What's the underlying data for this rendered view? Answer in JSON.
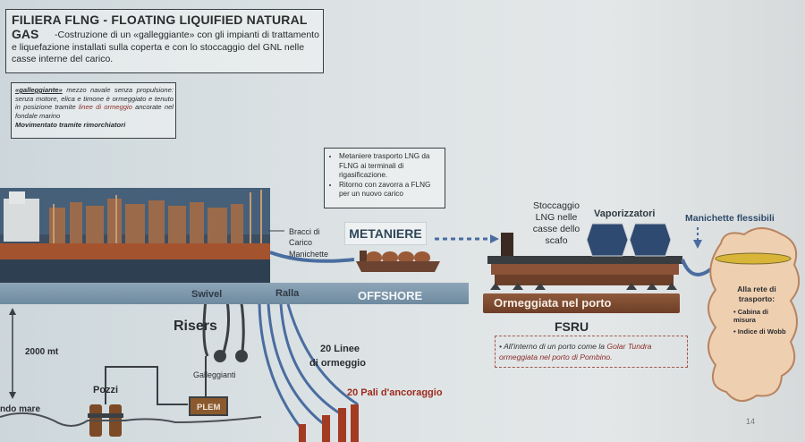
{
  "title": {
    "line1": "FILIERA FLNG  -  FLOATING LIQUIFIED NATURAL",
    "line2": "GAS",
    "description": "-Costruzione di un «galleggiante» con gli impianti di trattamento e liquefazione installati sulla coperta e con lo stoccaggio del GNL nelle casse interne del carico."
  },
  "float_box": {
    "term": "«galleggiante»",
    "text1": " mezzo navale senza propulsione: senza motore, elica e timone è ormeggiato e tenuto in posizione tramite ",
    "red": "linee di ormeggio",
    "text2": " ancorate nel fondale marino",
    "last": "Movimentato tramite rimorchiatori"
  },
  "metaniere_box": {
    "bullet1": "Metaniere trasporto LNG da FLNG ai terminali di rigasificazione.",
    "bullet2": "Ritorno con zavorra a FLNG per un nuovo carico"
  },
  "labels": {
    "bracci": "Bracci di",
    "carico": "Carico",
    "manichette": "Manichette",
    "metaniere": "METANIERE",
    "swivel": "Swivel",
    "ralla": "Ralla",
    "offshore": "OFFSHORE",
    "risers": "Risers",
    "galleggianti": "Galleggianti",
    "plem": "PLEM",
    "pozzi": "Pozzi",
    "depth": "2000 mt",
    "fondo_mare": "ndo mare",
    "linee_1": "20 Linee",
    "linee_2": "di ormeggio",
    "pali": "20 Pali  d'ancoraggio",
    "stoccaggio": [
      "Stoccaggio",
      "LNG nelle",
      "casse dello",
      "scafo"
    ],
    "vaporizzatori": "Vaporizzatori",
    "manichette_flessibili": "Manichette flessibili",
    "ormeggiata": "Ormeggiata nel porto",
    "fsru": "FSRU",
    "rete": [
      "Alla rete di",
      "trasporto:"
    ],
    "cabina": "Cabina di misura",
    "indice": "Indice di Wobb"
  },
  "fsru_box": {
    "pre": "All'interno di un porto come la ",
    "red": "Golar Tundra ormeggiata nel porto di Pombino.",
    "post": ""
  },
  "slide_number": "14",
  "colors": {
    "offshore_band": "#7f98ad",
    "ormeggiata_band": "#7a4830",
    "pipe": "#4a6da0",
    "red_text": "#8a2d2a",
    "pali_text": "#9e2a1d"
  },
  "icons": [
    "ship-photo",
    "lng-carrier-icon",
    "fsru-ship-icon",
    "vaporizer-tank-icon",
    "pipe-icon",
    "well-icon",
    "anchor-pile-icon",
    "cloud-network-icon",
    "dotted-arrow-icon"
  ]
}
